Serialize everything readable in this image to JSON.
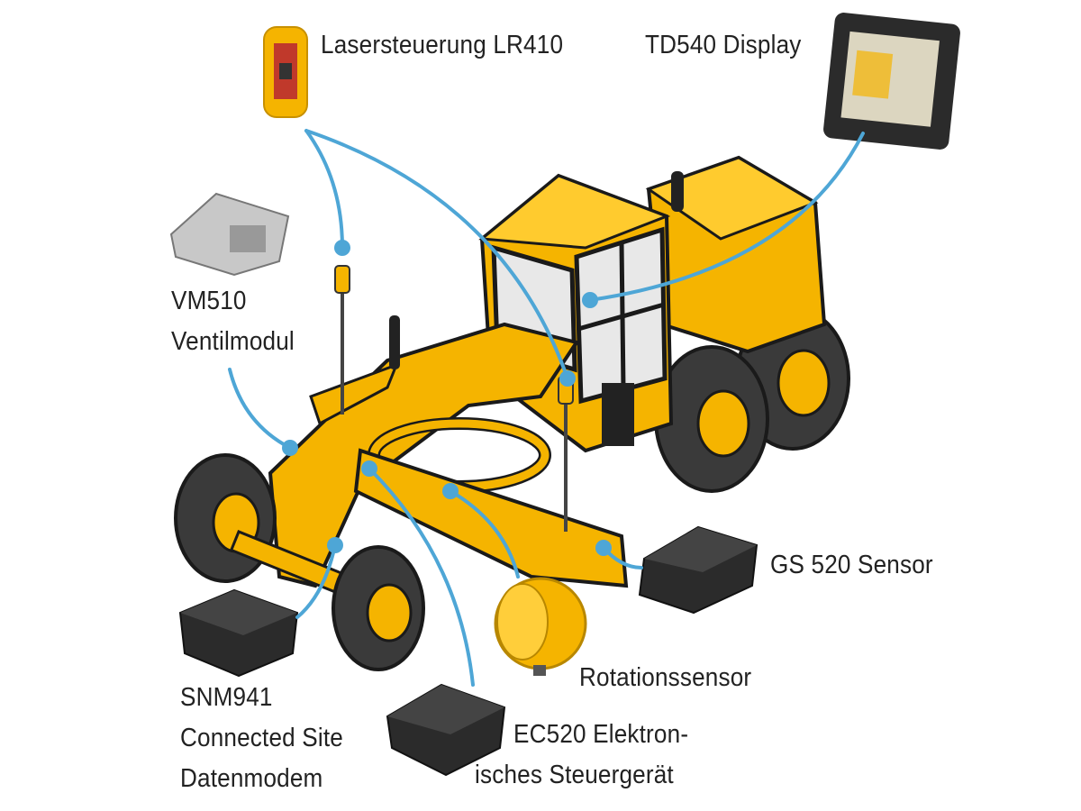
{
  "labels": {
    "laser": "Lasersteuerung LR410",
    "display": "TD540 Display",
    "vm510_line1": "VM510",
    "vm510_line2": "Ventilmodul",
    "gs520": "GS 520 Sensor",
    "rotation": "Rotationssensor",
    "snm941_line1": "SNM941",
    "snm941_line2": "Connected Site",
    "snm941_line3": "Datenmodem",
    "ec520_line1": "EC520 Elektron-",
    "ec520_line2": "isches Steuergerät"
  },
  "colors": {
    "machine_yellow": "#f5b400",
    "callout_blue": "#4ea6d6",
    "outline": "#1a1a1a",
    "tire": "#3a3a3a",
    "device_dark": "#2b2b2b",
    "device_gray": "#c8c8c8"
  }
}
